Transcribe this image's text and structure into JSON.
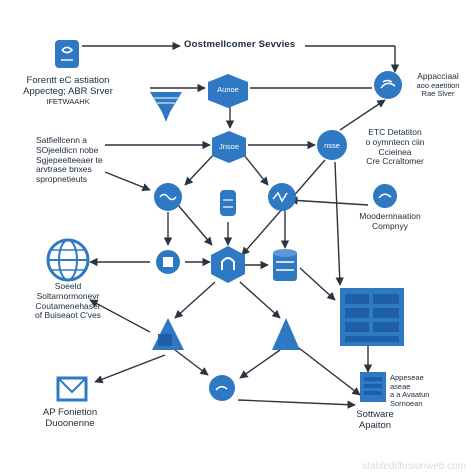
{
  "title": "Oostmellcomer Sevvies",
  "labels": {
    "top_left": [
      "Forentt eC astiation",
      "Appecteg; ABR Srver",
      "IFETWAAHK"
    ],
    "left_mid": [
      "Satfiellcenn a",
      "SOjeeldicn nobe",
      "Sgjepeelteeaer te",
      "arvtrase bnxes",
      "spropnetieuts"
    ],
    "right_top": [
      "Appacciaal",
      "aoo eaetition",
      "Rae Slver"
    ],
    "right_mid": [
      "ETC Detatiton",
      "o oymntecn ciin",
      "Ccieinea",
      "Cre Ccraltomer"
    ],
    "right_mid2": [
      "Moodernnaation",
      "Compnyy"
    ],
    "left_lower": [
      "Soeeld",
      "Soltarnormonevr",
      "Coutamenehaser",
      "of Buiseaot C'ves"
    ],
    "bottom_left": [
      "AP Fonietion",
      "Duoonenne"
    ],
    "bottom_right_small": [
      "Appeseae",
      "aseae",
      "a a Avaatun",
      "Sornoean"
    ],
    "bottom_right": [
      "Sottware",
      "Apaiton"
    ],
    "node_auto": "Aunoe",
    "node_mid": "Jnsoe",
    "node_right": "nsse"
  },
  "watermark": "stablediffusionweb.com",
  "colors": {
    "primary": "#2f78c4",
    "dark": "#1f5fa8",
    "line": "#2c3440",
    "panel": "#3b7fcf"
  },
  "icons": {
    "top_left": "server-icon",
    "funnel": "funnel-icon",
    "right_top": "cloud-icon",
    "globe": "globe-icon",
    "envelope": "envelope-icon",
    "database": "database-icon",
    "cylinder": "storage-icon",
    "puzzle": "puzzle-icon",
    "hexagon": "hexagon-node-icon",
    "document_stack": "document-stack-icon",
    "building": "building-icon"
  }
}
